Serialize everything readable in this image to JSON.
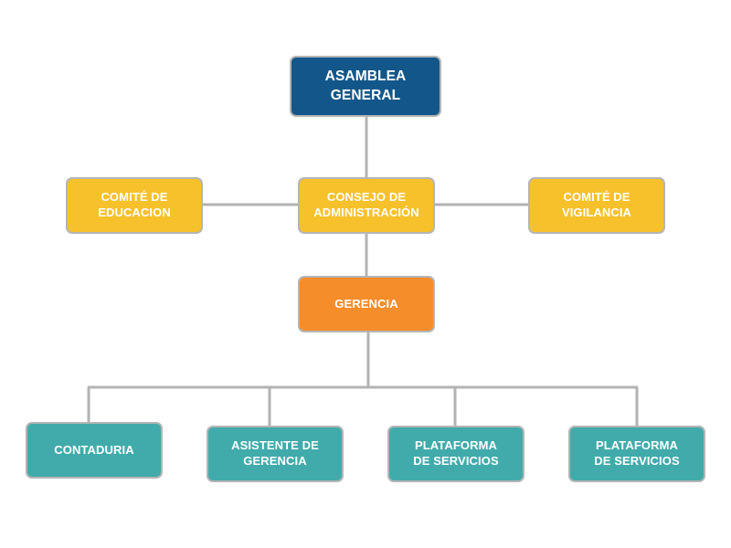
{
  "colors": {
    "connector": "#b3b3b3",
    "border": "#b5b5b5",
    "asamblea": "#13578a",
    "comite": "#f7c12b",
    "gerencia": "#f58d2a",
    "unidad": "#41abab"
  },
  "nodes": {
    "asamblea": "ASAMBLEA\nGENERAL",
    "educacion": "COMITÉ DE\nEDUCACION",
    "consejo": "CONSEJO DE\nADMINISTRACIÓN",
    "vigilancia": "COMITÉ DE\nVIGILANCIA",
    "gerencia": "GERENCIA",
    "contaduria": "CONTADURIA",
    "asistente": "ASISTENTE DE\nGERENCIA",
    "plataforma1": "PLATAFORMA\nDE SERVICIOS",
    "plataforma2": "PLATAFORMA\nDE SERVICIOS"
  }
}
